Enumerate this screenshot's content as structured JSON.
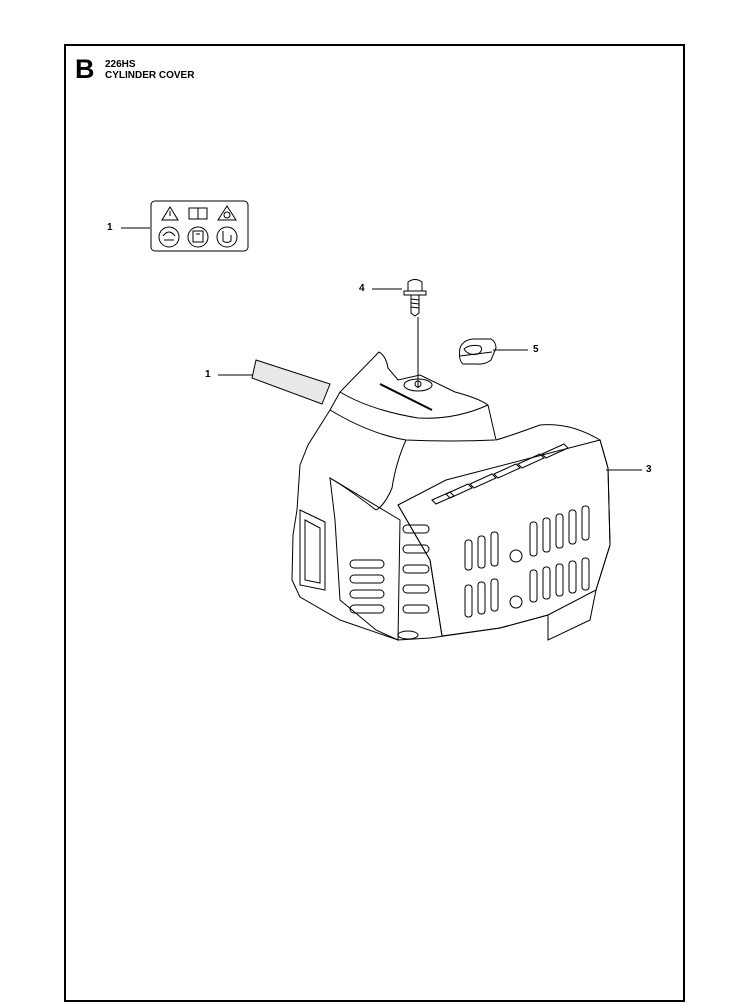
{
  "header": {
    "section_letter": "B",
    "model": "226HS",
    "title": "CYLINDER COVER"
  },
  "callouts": [
    {
      "label": "1"
    },
    {
      "label": "4"
    },
    {
      "label": "5"
    },
    {
      "label": "1"
    },
    {
      "label": "3"
    }
  ],
  "parts": [
    {
      "label": "1",
      "name": "warning-decal-sheet"
    },
    {
      "label": "4",
      "name": "screw"
    },
    {
      "label": "5",
      "name": "rubber-grommet"
    },
    {
      "label": "1",
      "name": "decal"
    },
    {
      "label": "3",
      "name": "cylinder-cover"
    }
  ]
}
